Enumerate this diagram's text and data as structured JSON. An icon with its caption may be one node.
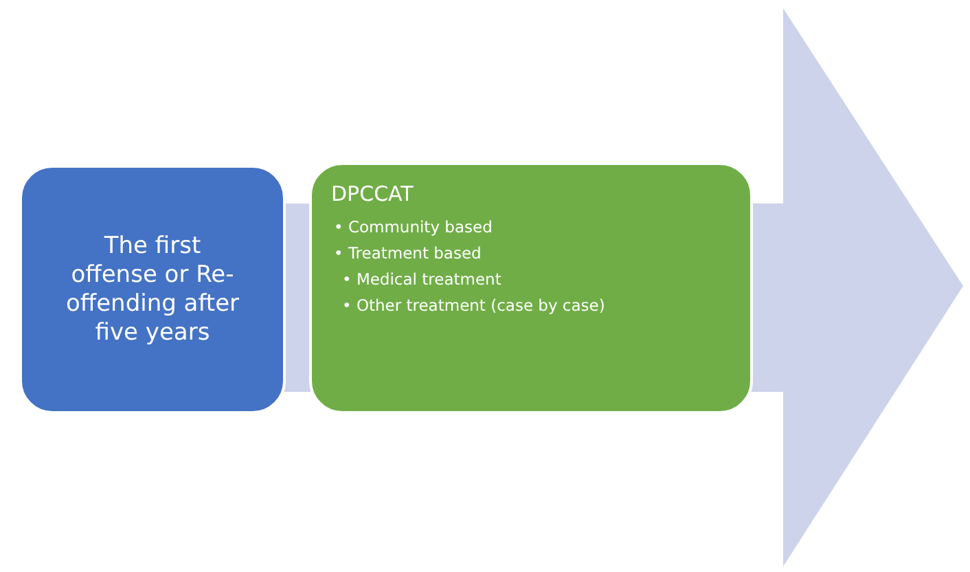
{
  "diagram": {
    "nodes": [
      {
        "text": [
          "The first offense or Re-offending after five years"
        ]
      },
      {
        "text": [
          "DPCCAT",
          "• Community based",
          "• Treatment based",
          "• Medical treatment",
          "• Other treatment (case by case)"
        ]
      }
    ],
    "edges": []
  }
}
